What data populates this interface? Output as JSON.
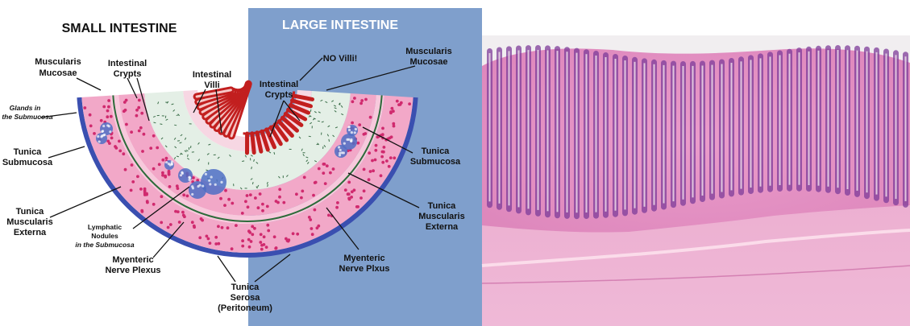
{
  "panels": {
    "small": {
      "heading": "SMALL INTESTINE",
      "bg": "#ffffff"
    },
    "large": {
      "heading": "LARGE INTESTINE",
      "bg": "#7f9fcc"
    }
  },
  "colors": {
    "serosa": "#3a4fb0",
    "muscle": "#f2a8c8",
    "muscle_cells": "#d02a6e",
    "submucosa": "#e4efe6",
    "mucosa_ring": "#f7d7e3",
    "villus_outline": "#c21f1f",
    "nodule": "#4f6fc4",
    "micrograph_bg": "#f1eef0",
    "micrograph_crypt": "#7e3c9a",
    "micrograph_tissue": "#e48cc0"
  },
  "labels": {
    "muscularis_mucosae_small": [
      "Muscularis",
      "Mucosae"
    ],
    "intestinal_crypts_small": [
      "Intestinal",
      "Crypts"
    ],
    "intestinal_villi": [
      "Intestinal",
      "Villi"
    ],
    "glands_submucosa": [
      "Glands in",
      "the Submucosa"
    ],
    "tunica_submucosa_small": [
      "Tunica",
      "Submucosa"
    ],
    "tunica_muscularis_small": [
      "Tunica",
      "Muscularis",
      "Externa"
    ],
    "lymphatic_nodules": [
      "Lymphatic",
      "Nodules",
      "in the Submucosa"
    ],
    "myenteric_small": [
      "Myenteric",
      "Nerve Plexus"
    ],
    "tunica_serosa": [
      "Tunica",
      "Serosa",
      "(Peritoneum)"
    ],
    "no_villi": "NO Villi!",
    "muscularis_mucosae_large": [
      "Muscularis",
      "Mucosae"
    ],
    "intestinal_crypts_large": [
      "Intestinal",
      "Crypts"
    ],
    "tunica_submucosa_large": [
      "Tunica",
      "Submucosa"
    ],
    "tunica_muscularis_large": [
      "Tunica",
      "Muscularis",
      "Externa"
    ],
    "myenteric_large": [
      "Myenteric",
      "Nerve Plxus"
    ]
  }
}
